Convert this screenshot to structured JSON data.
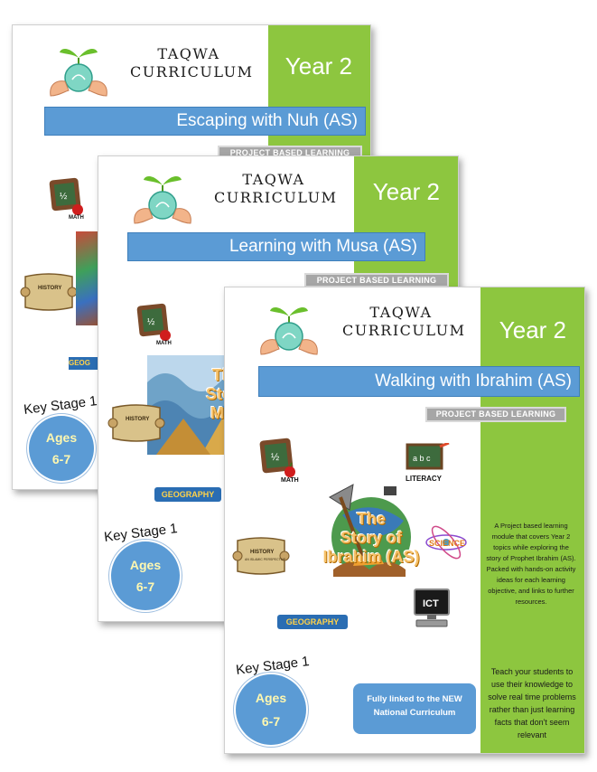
{
  "brand": {
    "line1": "TAQWA",
    "line2": "CURRICULUM"
  },
  "covers": [
    {
      "year": "Year 2",
      "title": "Escaping with Nuh (AS)",
      "badge": "PROJECT BASED LEARNING",
      "key_stage": "Key Stage 1",
      "ages_label": "Ages",
      "ages_range": "6-7"
    },
    {
      "year": "Year 2",
      "title": "Learning with Musa (AS)",
      "badge": "PROJECT BASED LEARNING",
      "key_stage": "Key Stage 1",
      "ages_label": "Ages",
      "ages_range": "6-7",
      "story_lines": [
        "The",
        "Story",
        "Mus"
      ]
    },
    {
      "year": "Year 2",
      "title": "Walking with Ibrahim (AS)",
      "badge": "PROJECT BASED LEARNING",
      "key_stage": "Key Stage 1",
      "ages_label": "Ages",
      "ages_range": "6-7",
      "story_lines": [
        "The",
        "Story of",
        "Ibrahim (AS)"
      ],
      "description": "A Project based learning module that covers Year 2 topics while exploring the story of Prophet Ibrahim (AS). Packed with hands-on activity ideas for each learning objective, and links to further resources.",
      "teach_text": "Teach your students to use their knowledge to solve real time problems rather than just learning facts that don't seem relevant",
      "linked_text": "Fully linked to the NEW National Curriculum"
    }
  ],
  "icon_labels": {
    "math": "MATH",
    "literacy": "LITERACY",
    "history": "HISTORY",
    "history_sub": "AN ISLAMIC PERSPECTIVE",
    "geography": "GEOGRAPHY",
    "science": "SCIENCE",
    "ict": "ICT",
    "abc": "a b c",
    "chalk_fraction": "1/2"
  },
  "colors": {
    "green_panel": "#8dc63f",
    "title_blue": "#5b9bd5",
    "badge_grey": "#a6a6a6"
  }
}
